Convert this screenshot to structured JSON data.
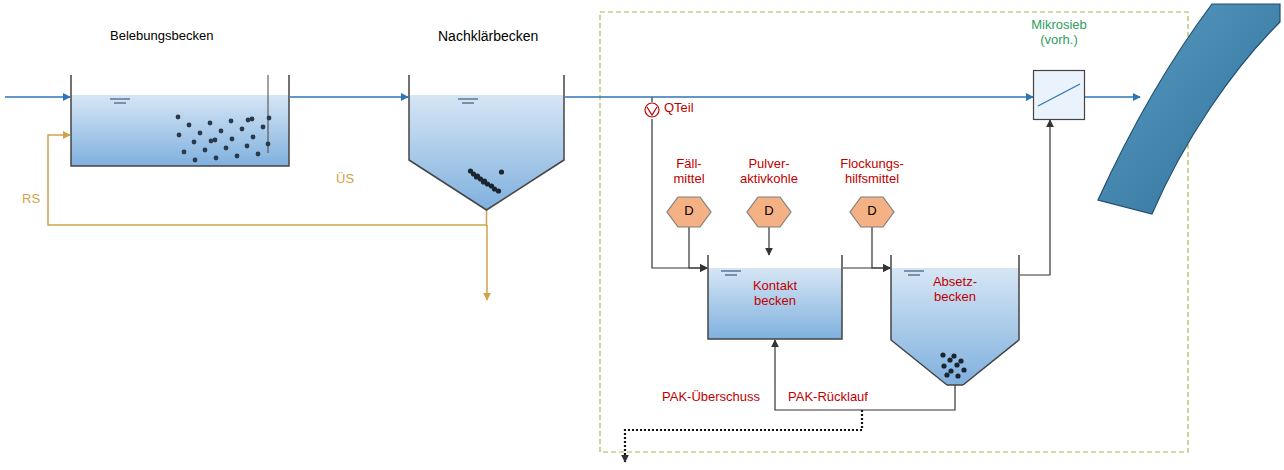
{
  "diagram": {
    "nodes": [
      {
        "text": [
          "Belebungsbecken"
        ]
      },
      {
        "text": [
          "Nachklärbecken"
        ]
      },
      {
        "text": [
          "QTeil"
        ]
      },
      {
        "text": [
          "Fäll- mittel",
          "D"
        ]
      },
      {
        "text": [
          "Pulver- aktivkohle",
          "D"
        ]
      },
      {
        "text": [
          "Flockungs- hilfsmittel",
          "D"
        ]
      },
      {
        "text": [
          "Kontakt becken"
        ]
      },
      {
        "text": [
          "Absetz- becken"
        ]
      },
      {
        "text": [
          "Mikrosieb (vorh.)"
        ]
      }
    ],
    "edges": [
      {
        "from": 0,
        "to": 1,
        "arrow": "to"
      },
      {
        "from": 1,
        "to": 8,
        "arrow": "to"
      },
      {
        "from": 1,
        "to": 0,
        "label": "RS",
        "arrow": "to"
      },
      {
        "from": 2,
        "to": 6,
        "arrow": "to"
      },
      {
        "from": 3,
        "to": 6,
        "arrow": "to"
      },
      {
        "from": 4,
        "to": 6,
        "arrow": "to"
      },
      {
        "from": 5,
        "to": 7,
        "arrow": "to"
      },
      {
        "from": 6,
        "to": 7,
        "arrow": "to"
      },
      {
        "from": 7,
        "to": 8,
        "arrow": "to"
      },
      {
        "from": 7,
        "to": 6,
        "label": "PAK-Rücklauf",
        "arrow": "to"
      }
    ],
    "labels": [
      "ÜS",
      "PAK-Überschuss"
    ]
  }
}
